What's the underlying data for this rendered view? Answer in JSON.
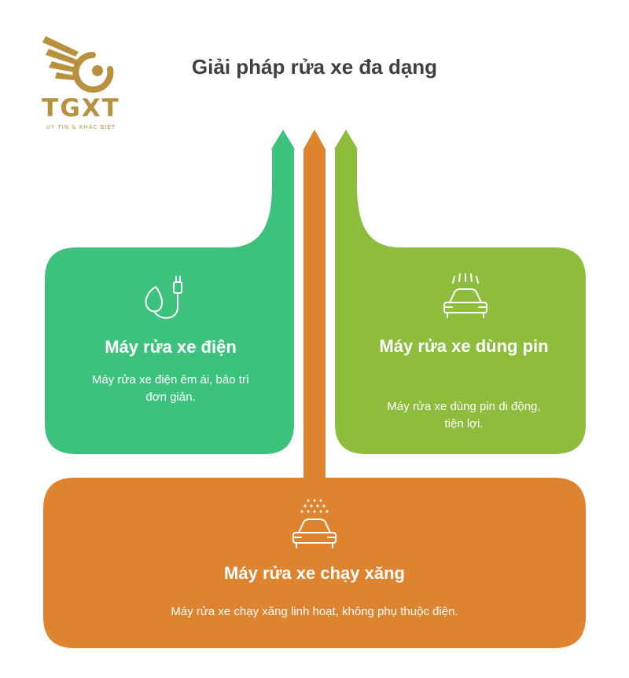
{
  "logo": {
    "text": "TGXT",
    "tagline": "UY TÍN & KHÁC BIỆT"
  },
  "title": "Giải pháp rửa xe đa dạng",
  "cards": [
    {
      "key": "electric",
      "title": "Máy rửa xe điện",
      "description": "Máy rửa xe điện êm ái, bảo trì đơn giản.",
      "color": "#3cc27d",
      "icon": "plug-leaf-icon"
    },
    {
      "key": "battery",
      "title": "Máy rửa xe dùng pin",
      "description": "Máy rửa xe dùng pin di động, tiện lợi.",
      "color": "#8ebc3d",
      "icon": "car-wash-spray-icon"
    },
    {
      "key": "gasoline",
      "title": "Máy rửa xe chạy xăng",
      "description": "Máy rửa xe chạy xăng linh hoạt, không phụ thuộc điện.",
      "color": "#de8430",
      "icon": "car-wash-droplets-icon"
    }
  ],
  "colors": {
    "logo_gold": "#b8913e",
    "title_text": "#404040",
    "background": "#ffffff"
  }
}
